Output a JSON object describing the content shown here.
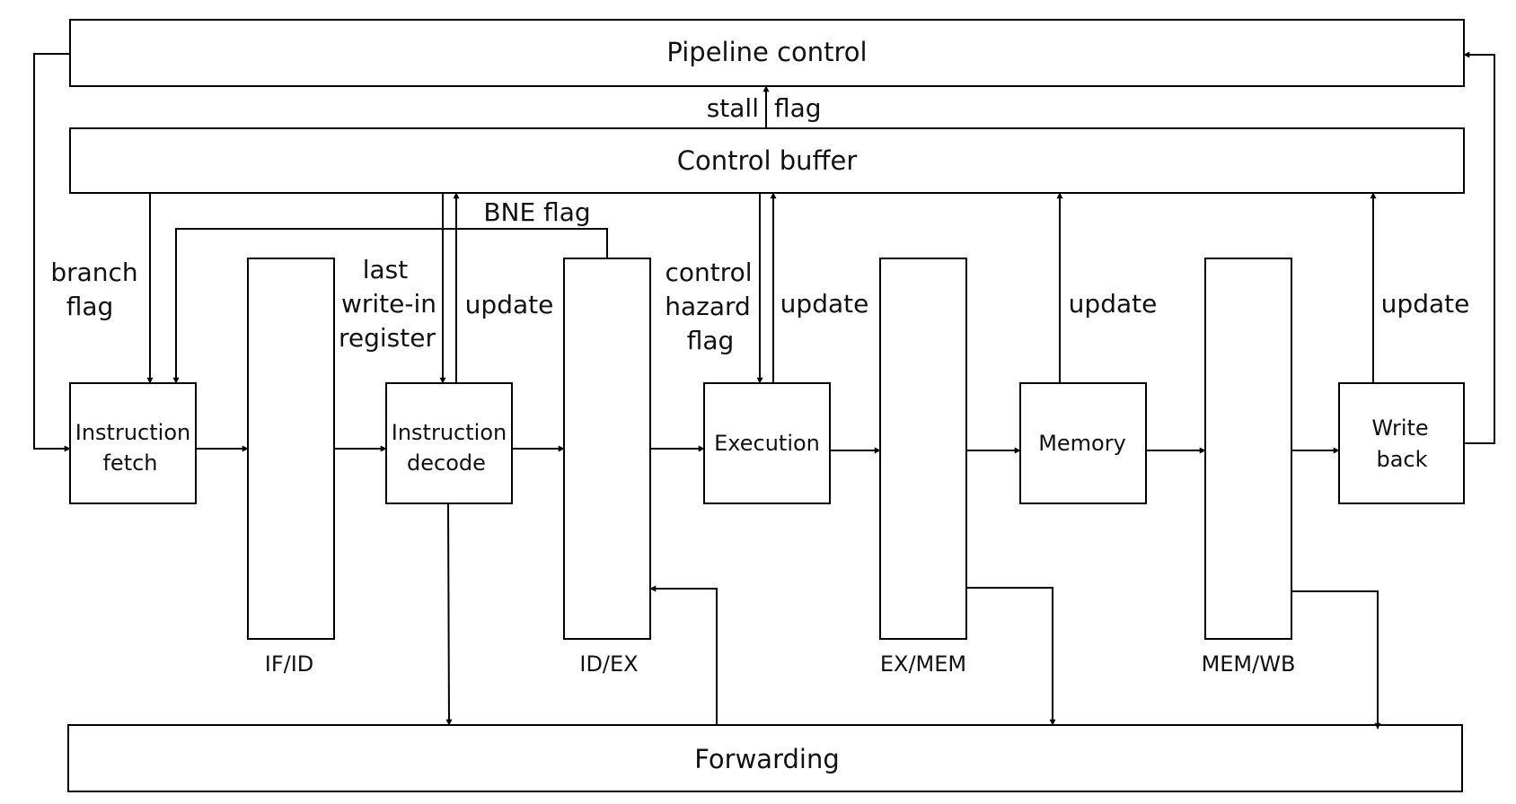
{
  "blocks": {
    "pipeline_control": "Pipeline control",
    "control_buffer": "Control buffer",
    "forwarding": "Forwarding",
    "instruction_fetch": [
      "Instruction",
      "fetch"
    ],
    "instruction_decode": [
      "Instruction",
      "decode"
    ],
    "execution": "Execution",
    "memory": "Memory",
    "write_back": [
      "Write",
      "back"
    ]
  },
  "registers": {
    "if_id": "IF/ID",
    "id_ex": "ID/EX",
    "ex_mem": "EX/MEM",
    "mem_wb": "MEM/WB"
  },
  "signals": {
    "stall": "stall",
    "flag": "flag",
    "branch_flag": [
      "branch",
      "flag"
    ],
    "bne_flag": "BNE flag",
    "last_write_in_register": [
      "last",
      "write-in",
      "register"
    ],
    "control_hazard_flag": [
      "control",
      "hazard",
      "flag"
    ],
    "update_id": "update",
    "update_ex": "update",
    "update_mem": "update",
    "update_wb": "update"
  }
}
